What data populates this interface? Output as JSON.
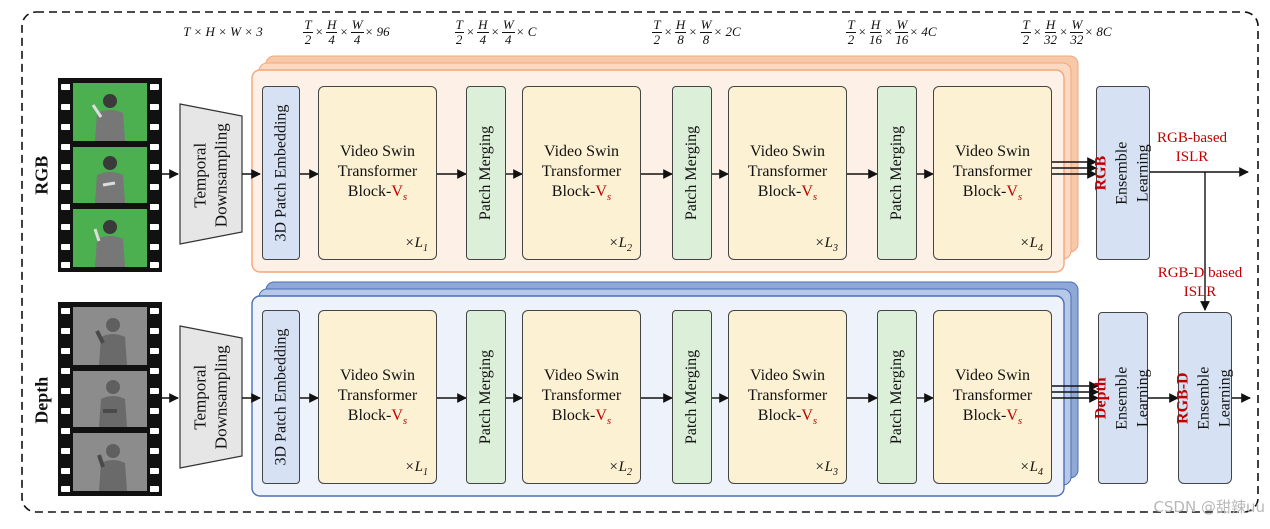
{
  "dims": {
    "input": "T × H × W × 3",
    "stage1": {
      "num": [
        "T",
        "H",
        "W"
      ],
      "den": [
        "2",
        "4",
        "4"
      ],
      "tail": "× 96"
    },
    "stage1b": {
      "num": [
        "T",
        "H",
        "W"
      ],
      "den": [
        "2",
        "4",
        "4"
      ],
      "tail": "× C"
    },
    "stage2": {
      "num": [
        "T",
        "H",
        "W"
      ],
      "den": [
        "2",
        "8",
        "8"
      ],
      "tail": "× 2C"
    },
    "stage3": {
      "num": [
        "T",
        "H",
        "W"
      ],
      "den": [
        "2",
        "16",
        "16"
      ],
      "tail": "× 4C"
    },
    "stage4": {
      "num": [
        "T",
        "H",
        "W"
      ],
      "den": [
        "2",
        "32",
        "32"
      ],
      "tail": "× 8C"
    }
  },
  "streams": {
    "rgb": {
      "label": "RGB",
      "ensemble_prefix": "RGB",
      "ensemble_rest": "Ensemble Learning"
    },
    "depth": {
      "label": "Depth",
      "ensemble_prefix": "Depth",
      "ensemble_rest": "Ensemble Learning"
    }
  },
  "blocks": {
    "temporal": "Temporal Downsampling",
    "embed": "3D Patch Embedding",
    "merge": "Patch Merging",
    "swin_line1": "Video Swin",
    "swin_line2": "Transformer",
    "swin_line3": "Block-",
    "swin_sub": "V",
    "swin_subscript": "s",
    "reps": [
      "1",
      "2",
      "3",
      "4"
    ],
    "reps_prefix": "×L"
  },
  "outputs": {
    "rgb_based": "RGB-based ISLR",
    "rgbd_based": "RGB-D based ISLR",
    "rgbd_ensemble_prefix": "RGB-D",
    "rgbd_ensemble_rest": "Ensemble Learning"
  },
  "watermark": "CSDN @甜辣uu",
  "colors": {
    "rgb_panel": "#fdf0e6",
    "rgb_border": "#f4a679",
    "depth_panel": "#eef2fa",
    "depth_border": "#4a6fb5",
    "embed_fill": "#d6e2f3",
    "merge_fill": "#dcefd9",
    "swin_fill": "#fdf1d3",
    "accent_red": "#c00000"
  }
}
